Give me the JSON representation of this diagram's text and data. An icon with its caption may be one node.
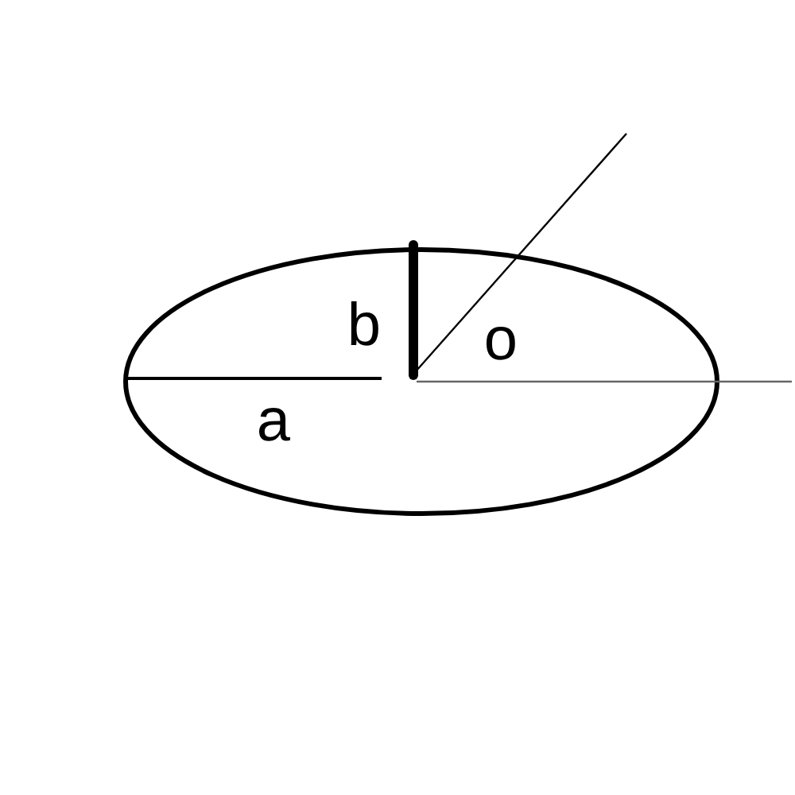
{
  "diagram": {
    "labels": [
      "b",
      "o",
      "a"
    ]
  }
}
